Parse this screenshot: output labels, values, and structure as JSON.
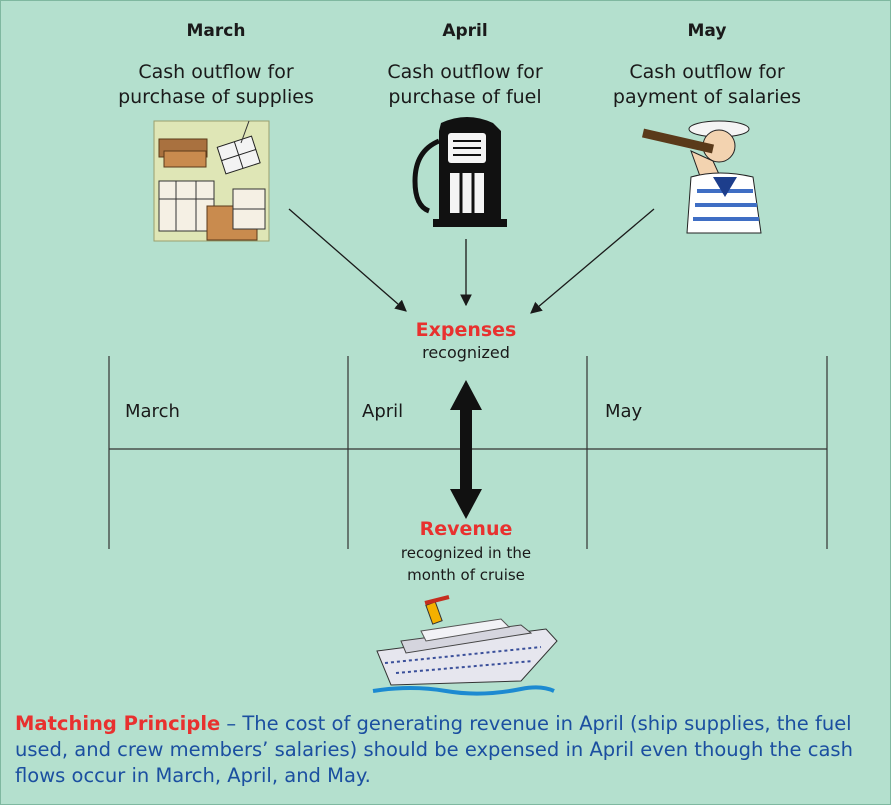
{
  "columns": [
    {
      "month": "March",
      "text": "Cash outflow for purchase of supplies",
      "line1": "Cash outflow for",
      "line2": "purchase of supplies",
      "icon": "crates-icon"
    },
    {
      "month": "April",
      "text": "Cash outflow for purchase of fuel",
      "line1": "Cash outflow for",
      "line2": "purchase of fuel",
      "icon": "fuel-pump-icon"
    },
    {
      "month": "May",
      "text": "Cash outflow for payment of salaries",
      "line1": "Cash outflow for",
      "line2": "payment of salaries",
      "icon": "sailor-telescope-icon"
    }
  ],
  "expenses": {
    "title": "Expenses",
    "sub": "recognized"
  },
  "timeline": {
    "labels": [
      "March",
      "April",
      "May"
    ]
  },
  "revenue": {
    "title": "Revenue",
    "sub1": "recognized in the",
    "sub2": "month of cruise",
    "icon": "cruise-ship-icon"
  },
  "note": {
    "title": "Matching Principle",
    "dash": " – ",
    "body": "The cost of generating revenue in April (ship supplies, the fuel used, and crew members’ salaries) should be expensed in April even though the cash flows occur in March, April, and May."
  },
  "colors": {
    "background": "#b4e0ce",
    "accent_red": "#e8312f",
    "note_blue": "#1b4fa0",
    "ink": "#1a1a1a"
  }
}
